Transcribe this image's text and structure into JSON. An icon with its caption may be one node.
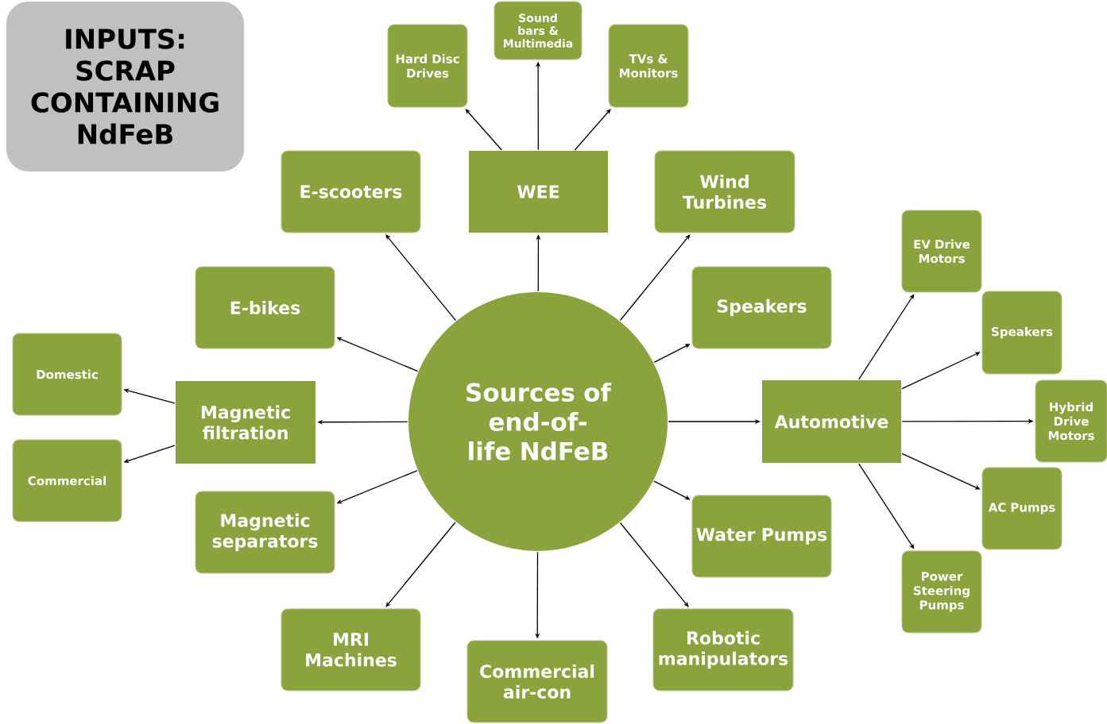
{
  "diagram": {
    "nodes": [
      {
        "text": [
          "INPUTS: SCRAP CONTAINING NdFeB"
        ]
      },
      {
        "text": [
          "Sources of end-of-life NdFeB"
        ]
      },
      {
        "text": [
          "WEE"
        ]
      },
      {
        "text": [
          "Hard Disc Drives"
        ]
      },
      {
        "text": [
          "Sound bars & Multimedia"
        ]
      },
      {
        "text": [
          "TVs & Monitors"
        ]
      },
      {
        "text": [
          "E-scooters"
        ]
      },
      {
        "text": [
          "Wind Turbines"
        ]
      },
      {
        "text": [
          "E-bikes"
        ]
      },
      {
        "text": [
          "Speakers"
        ]
      },
      {
        "text": [
          "Magnetic filtration"
        ]
      },
      {
        "text": [
          "Domestic"
        ]
      },
      {
        "text": [
          "Commercial"
        ]
      },
      {
        "text": [
          "Automotive"
        ]
      },
      {
        "text": [
          "EV Drive Motors"
        ]
      },
      {
        "text": [
          "Speakers"
        ]
      },
      {
        "text": [
          "Hybrid Drive Motors"
        ]
      },
      {
        "text": [
          "AC Pumps"
        ]
      },
      {
        "text": [
          "Power Steering Pumps"
        ]
      },
      {
        "text": [
          "Magnetic separators"
        ]
      },
      {
        "text": [
          "Water Pumps"
        ]
      },
      {
        "text": [
          "MRI Machines"
        ]
      },
      {
        "text": [
          "Commercial air-con"
        ]
      },
      {
        "text": [
          "Robotic manipulators"
        ]
      }
    ],
    "edges": [
      {
        "from": 1,
        "to": 2,
        "arrow": "to"
      },
      {
        "from": 2,
        "to": 3,
        "arrow": "to"
      },
      {
        "from": 2,
        "to": 4,
        "arrow": "to"
      },
      {
        "from": 2,
        "to": 5,
        "arrow": "to"
      },
      {
        "from": 1,
        "to": 6,
        "arrow": "to"
      },
      {
        "from": 1,
        "to": 7,
        "arrow": "to"
      },
      {
        "from": 1,
        "to": 8,
        "arrow": "to"
      },
      {
        "from": 1,
        "to": 9,
        "arrow": "to"
      },
      {
        "from": 1,
        "to": 10,
        "arrow": "to"
      },
      {
        "from": 10,
        "to": 11,
        "arrow": "to"
      },
      {
        "from": 10,
        "to": 12,
        "arrow": "to"
      },
      {
        "from": 1,
        "to": 13,
        "arrow": "to"
      },
      {
        "from": 13,
        "to": 14,
        "arrow": "to"
      },
      {
        "from": 13,
        "to": 15,
        "arrow": "to"
      },
      {
        "from": 13,
        "to": 16,
        "arrow": "to"
      },
      {
        "from": 13,
        "to": 17,
        "arrow": "to"
      },
      {
        "from": 13,
        "to": 18,
        "arrow": "to"
      },
      {
        "from": 1,
        "to": 19,
        "arrow": "to"
      },
      {
        "from": 1,
        "to": 20,
        "arrow": "to"
      },
      {
        "from": 1,
        "to": 21,
        "arrow": "to"
      },
      {
        "from": 1,
        "to": 22,
        "arrow": "to"
      },
      {
        "from": 1,
        "to": 23,
        "arrow": "to"
      }
    ]
  }
}
